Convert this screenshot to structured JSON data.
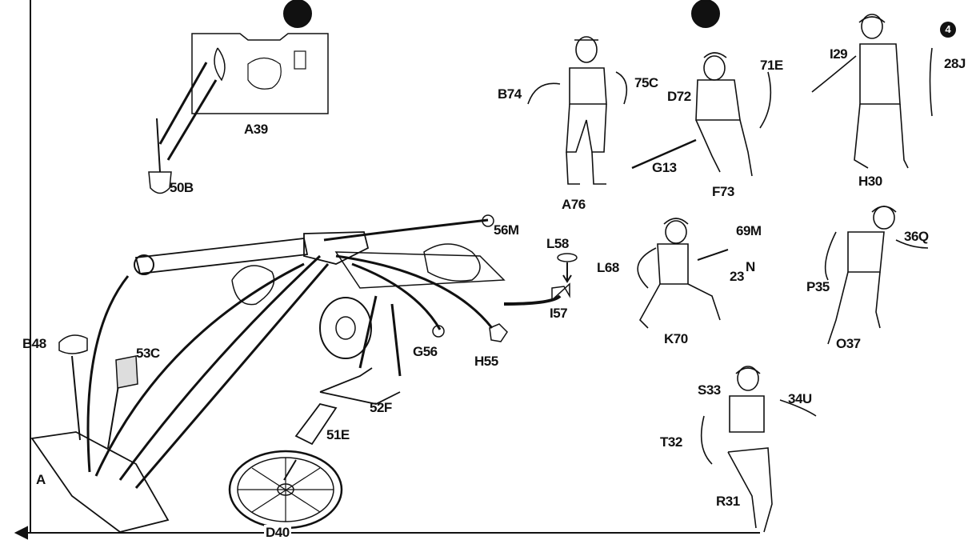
{
  "step_badge": "4",
  "labels": {
    "a39": "A39",
    "b50": "50B",
    "b48": "B48",
    "c53": "53C",
    "a": "A",
    "d40": "D40",
    "e51": "51E",
    "f52": "52F",
    "g56": "G56",
    "h55": "H55",
    "m56": "56M",
    "l58": "L58",
    "i57": "I57",
    "b74": "B74",
    "c75": "75C",
    "a76": "A76",
    "d72": "D72",
    "e71": "71E",
    "g13": "G13",
    "f73": "F73",
    "i29": "I29",
    "j28": "28J",
    "h30": "H30",
    "l68": "L68",
    "m69": "69M",
    "n": "N",
    "n23": "23",
    "k70": "K70",
    "q36": "36Q",
    "p35": "P35",
    "o37": "O37",
    "s33": "S33",
    "u34": "34U",
    "t32": "T32",
    "r31": "R31"
  },
  "colors": {
    "ink": "#111111",
    "paper": "#ffffff"
  }
}
